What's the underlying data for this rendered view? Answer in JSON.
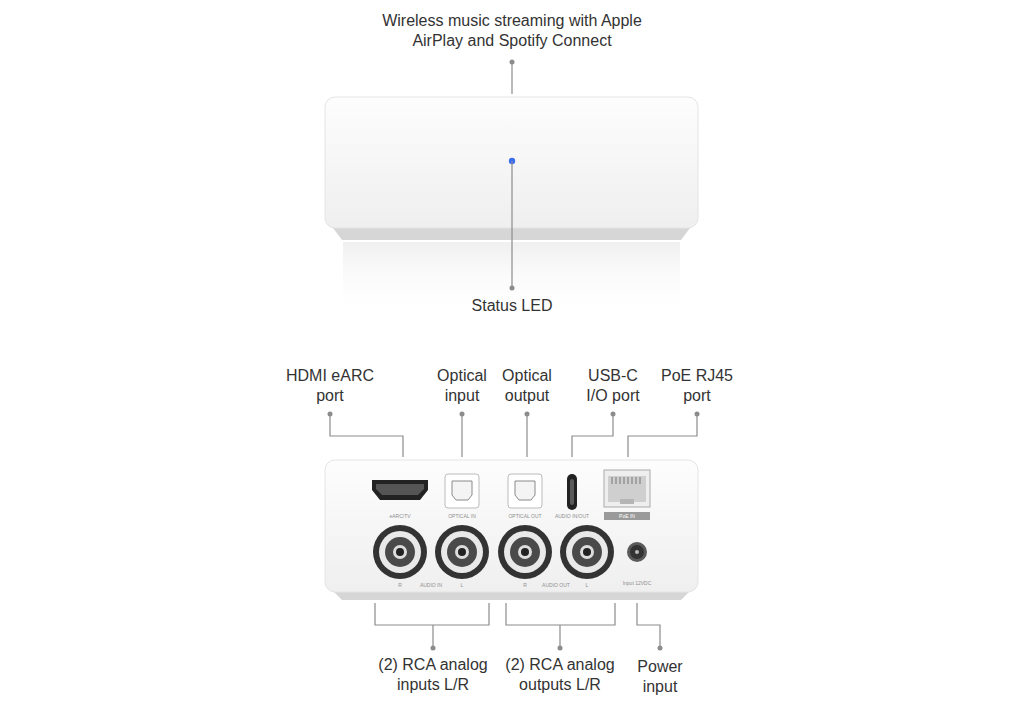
{
  "diagram": {
    "labels": [
      "Wireless music streaming with Apple AirPlay and Spotify Connect",
      "Status LED",
      "HDMI eARC port",
      "Optical input",
      "Optical output",
      "USB-C I/O port",
      "PoE RJ45 port",
      "eARC/TV",
      "OPTICAL IN",
      "OPTICAL OUT",
      "AUDIO IN/OUT",
      "PoE IN",
      "R",
      "AUDIO IN",
      "L",
      "R",
      "AUDIO OUT",
      "L",
      "Input 12VDC",
      "(2) RCA analog inputs L/R",
      "(2) RCA analog outputs L/R",
      "Power input"
    ]
  }
}
